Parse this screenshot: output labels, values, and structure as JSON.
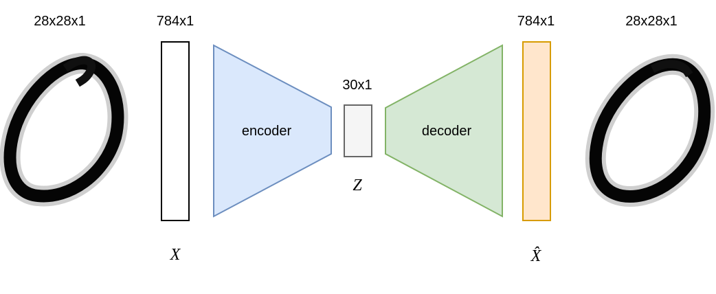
{
  "input_image": {
    "dims": "28x28x1"
  },
  "input_vector": {
    "dims": "784x1",
    "symbol": "X"
  },
  "encoder": {
    "label": "encoder",
    "fill": "#dae8fc",
    "stroke": "#6c8ebf"
  },
  "latent": {
    "dims": "30x1",
    "symbol": "Z",
    "fill": "#f5f5f5",
    "stroke": "#666666"
  },
  "decoder": {
    "label": "decoder",
    "fill": "#d5e8d4",
    "stroke": "#82b366"
  },
  "output_vector": {
    "dims": "784x1",
    "symbol": "X̂",
    "fill": "#ffe6cc",
    "stroke": "#d79b00"
  },
  "output_image": {
    "dims": "28x28x1"
  }
}
